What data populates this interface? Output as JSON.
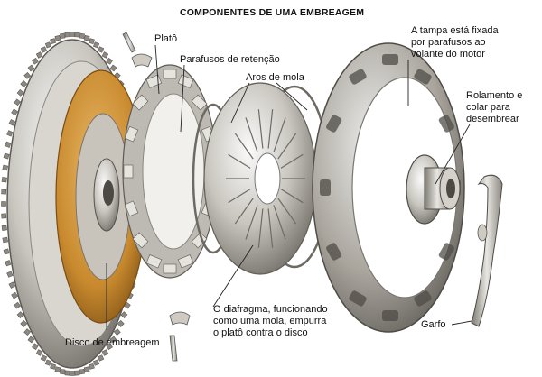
{
  "title": "COMPONENTES DE UMA EMBREAGEM",
  "labels": {
    "plato": "Platô",
    "parafusos": "Parafusos de retenção",
    "aros": "Aros de mola",
    "tampa": [
      "A tampa está fixada",
      "por parafusos ao",
      "volante do motor"
    ],
    "rolamento": [
      "Rolamento e",
      "colar para",
      "desembrear"
    ],
    "diafragma": [
      "O diafragma, funcionando",
      "como uma mola, empurra",
      "o platô contra o disco"
    ],
    "garfo": "Garfo",
    "disco": "Disco de embreagem"
  },
  "colors": {
    "metal_light": "#ececec",
    "metal_mid": "#b9b6ae",
    "metal_dark": "#6e6a64",
    "friction_lining": "#d49a3c",
    "background": "#ffffff"
  }
}
